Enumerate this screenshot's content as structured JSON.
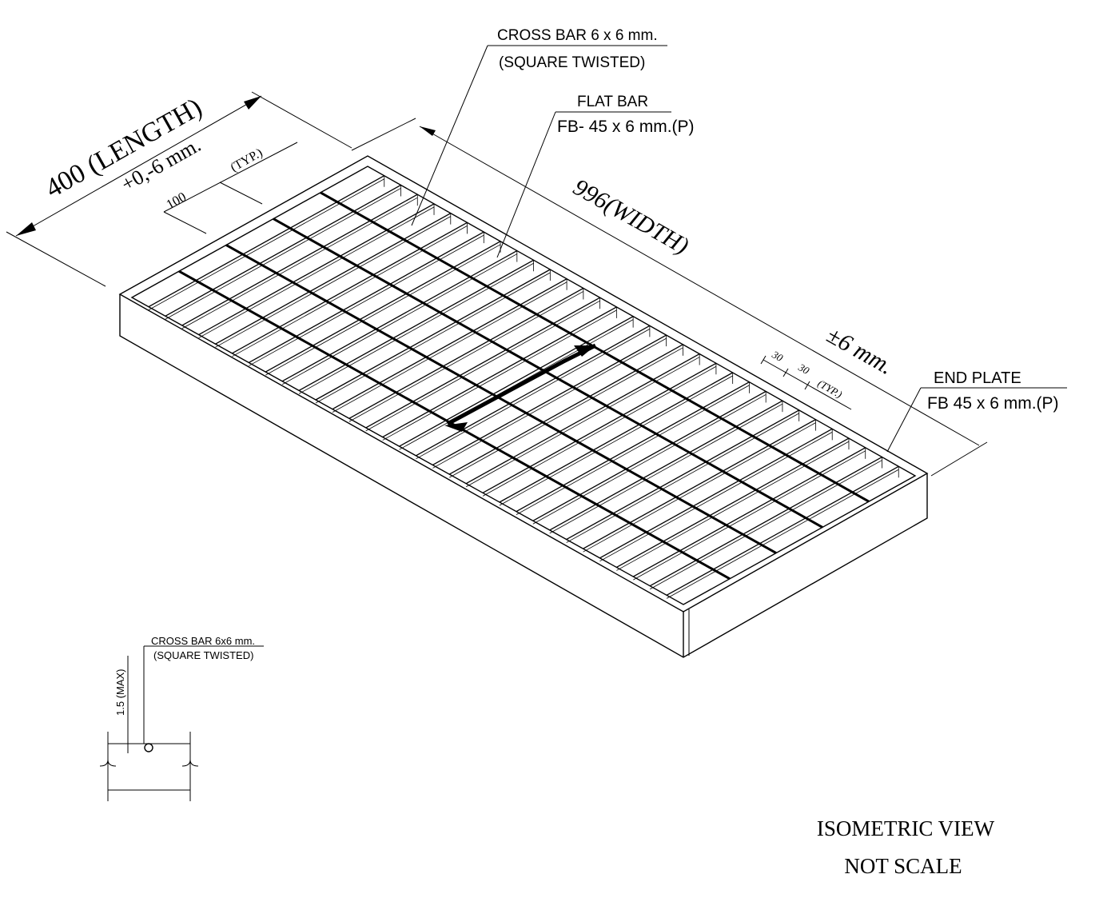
{
  "labels": {
    "cross_bar": {
      "line1": "CROSS BAR 6 x 6 mm.",
      "line2": "(SQUARE TWISTED)"
    },
    "flat_bar": {
      "line1": "FLAT BAR",
      "line2": "FB- 45 x 6 mm.(P)"
    },
    "end_plate": {
      "line1": "END PLATE",
      "line2": "FB 45 x 6 mm.(P)"
    },
    "width_dim": "996(WIDTH)",
    "width_tol": "±6 mm.",
    "length_dim": "400 (LENGTH)",
    "length_tol": "+0,-6 mm.",
    "cross_spacing": "100",
    "cross_spacing_typ": "(TYP.)",
    "bar_spacing_1": "30",
    "bar_spacing_2": "30",
    "bar_spacing_typ": "(TYP.)"
  },
  "detail": {
    "line1": "CROSS BAR 6x6 mm.",
    "line2": "(SQUARE TWISTED)",
    "dim": "1.5 (MAX)"
  },
  "title": {
    "line1": "ISOMETRIC VIEW",
    "line2": "NOT SCALE"
  }
}
